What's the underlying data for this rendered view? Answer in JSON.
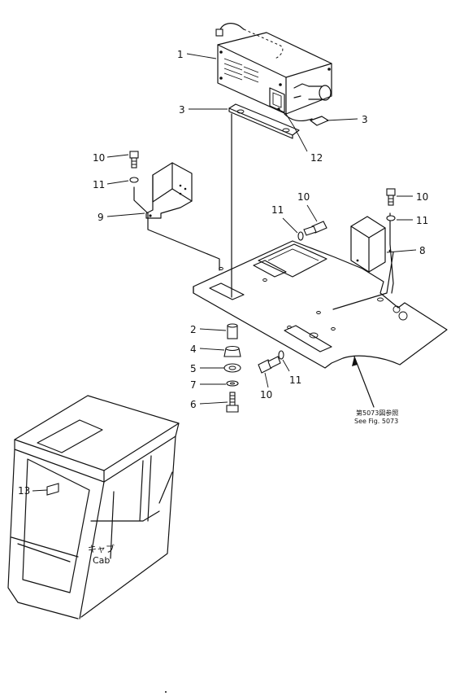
{
  "callouts": {
    "c1": "1",
    "c2": "2",
    "c3a": "3",
    "c3b": "3",
    "c4": "4",
    "c5": "5",
    "c6": "6",
    "c7": "7",
    "c8": "8",
    "c9": "9",
    "c10a": "10",
    "c10b": "10",
    "c10c": "10",
    "c11a": "11",
    "c11b": "11",
    "c11c": "11",
    "c11d": "11",
    "c12": "12",
    "c13": "13"
  },
  "labels": {
    "cab_jp": "キャブ",
    "cab_en": "Cab",
    "see_fig_jp": "第5073図参照",
    "see_fig_en": "See Fig. 5073"
  }
}
